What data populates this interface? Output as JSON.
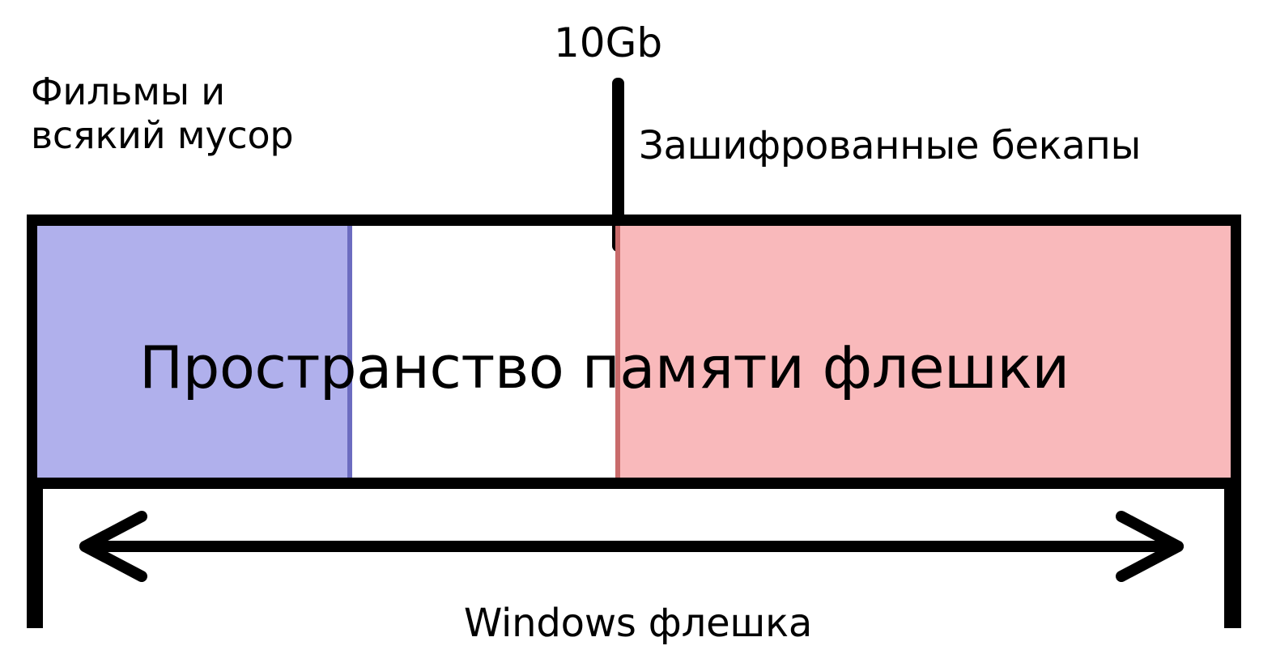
{
  "diagram": {
    "type": "annotated-bar-diagram",
    "title_bottom": "Windows флешка",
    "labels": {
      "left_annotation_line1": "Фильмы и",
      "left_annotation_line2": "всякий мусор",
      "tick_value": "10Gb",
      "right_annotation": "Зашифрованные бекапы",
      "center_caption": "Пространство памяти флешки",
      "bottom_caption": "Windows флешка"
    },
    "segments": [
      {
        "name": "movies-and-junk",
        "label": "Фильмы и всякий мусор",
        "fill": "#b0b0ec",
        "stroke": "#6c6cc0"
      },
      {
        "name": "free-space",
        "label": "",
        "fill": "#ffffff",
        "stroke": "#000000"
      },
      {
        "name": "encrypted-backups",
        "label": "Зашифрованные бекапы",
        "fill": "#f9b9bb",
        "stroke": "#c96b6b"
      }
    ],
    "marker": {
      "name": "capacity-tick",
      "value": "10Gb"
    },
    "measurement": {
      "name": "total-capacity-span",
      "caption": "Windows флешка",
      "arrow": "double-headed"
    },
    "colors": {
      "outline": "#000000",
      "purple_fill": "#b0b0ec",
      "purple_stroke": "#6c6cc0",
      "pink_fill": "#f9b9bb",
      "pink_stroke": "#c96b6b",
      "background": "#ffffff"
    }
  }
}
